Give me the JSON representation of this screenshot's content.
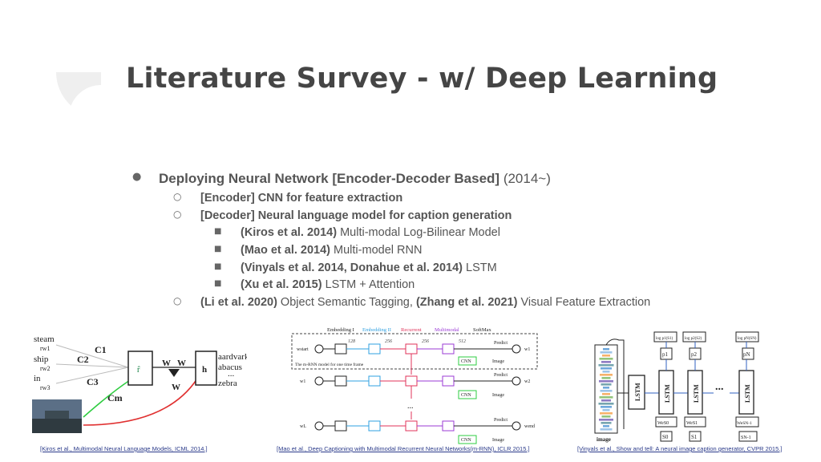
{
  "slide": {
    "title": "Literature Survey - w/ Deep Learning"
  },
  "bullets": {
    "b1": {
      "bold": "Deploying Neural Network [Encoder-Decoder Based]",
      "rest": " (2014~)"
    },
    "b1_1": {
      "bold": "[Encoder] CNN for feature extraction"
    },
    "b1_2": {
      "bold": "[Decoder] Neural language model for caption generation"
    },
    "b1_2_1": {
      "bold": "(Kiros et al. 2014)",
      "rest": " Multi-modal Log-Bilinear Model"
    },
    "b1_2_2": {
      "bold": "(Mao et al. 2014)",
      "rest": " Multi-model RNN"
    },
    "b1_2_3": {
      "bold": "(Vinyals et al. 2014, Donahue et al. 2014)",
      "rest": " LSTM"
    },
    "b1_2_4": {
      "bold": "(Xu et al. 2015)",
      "rest": " LSTM + Attention"
    },
    "b1_3": {
      "bold1": "(Li et al. 2020)",
      "rest1": " Object Semantic Tagging, ",
      "bold2": "(Zhang et al. 2021)",
      "rest2": " Visual Feature Extraction"
    }
  },
  "figure1": {
    "words": [
      "steam",
      "ship",
      "in"
    ],
    "w_labels": [
      "rw1",
      "rw2",
      "rw3"
    ],
    "c_labels": [
      "C1",
      "C2",
      "C3",
      "Cm"
    ],
    "r_hat": "r̂",
    "h": "h",
    "w_rhat": "W",
    "w_fh": "W",
    "w_fx": "W",
    "vocab": [
      "aardvark",
      "abacus",
      "...",
      "zebra"
    ],
    "caption": "[Kiros et al., Multimodal Neural Language Models, ICML 2014.]"
  },
  "figure2": {
    "legend": [
      "Embedding I",
      "Embedding II",
      "Recurrent",
      "Multimodal",
      "SoftMax"
    ],
    "legend_colors": [
      "#222222",
      "#2fa0e0",
      "#e0335a",
      "#9b3bd6",
      "#222222"
    ],
    "dims": [
      "128",
      "256",
      "256",
      "512"
    ],
    "rows": [
      {
        "input": "wstart",
        "output": "w1"
      },
      {
        "input": "w1",
        "output": "w2"
      },
      {
        "input": "wL",
        "output": "wend"
      }
    ],
    "predict": "Predict",
    "cnn": "CNN",
    "image": "Image",
    "box_note": "The m-RNN model for one time frame",
    "ellipsis": "...",
    "caption": "[Mao et al., Deep Captioning with Multimodal Recurrent Neural Networks(m-RNN), ICLR 2015.]"
  },
  "figure3": {
    "image_label": "image",
    "lstm": "LSTM",
    "probs": [
      "log p1(S1)",
      "log p2(S2)",
      "log pN(SN)"
    ],
    "p_labels": [
      "p1",
      "p2",
      "pN"
    ],
    "we_labels": [
      "WeS0",
      "WeS1",
      "WeSN-1"
    ],
    "s_labels": [
      "S0",
      "S1",
      "SN-1"
    ],
    "dots": "...",
    "caption": "[Vinyals et al., Show and tell: A neural image caption generator, CVPR 2015.]"
  }
}
